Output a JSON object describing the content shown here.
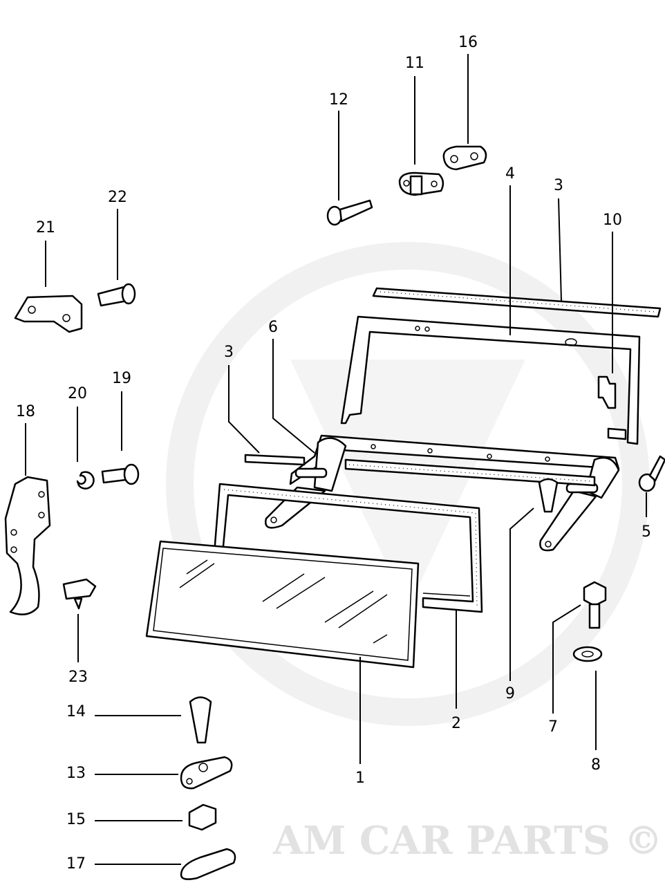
{
  "watermark": "AM CAR PARTS ©",
  "callouts": {
    "p1": "1",
    "p2": "2",
    "p3a": "3",
    "p3b": "3",
    "p4": "4",
    "p5": "5",
    "p6": "6",
    "p7": "7",
    "p8": "8",
    "p9": "9",
    "p10": "10",
    "p11": "11",
    "p12": "12",
    "p13": "13",
    "p14": "14",
    "p15": "15",
    "p16": "16",
    "p17": "17",
    "p18": "18",
    "p19": "19",
    "p20": "20",
    "p21": "21",
    "p22": "22",
    "p23": "23"
  }
}
